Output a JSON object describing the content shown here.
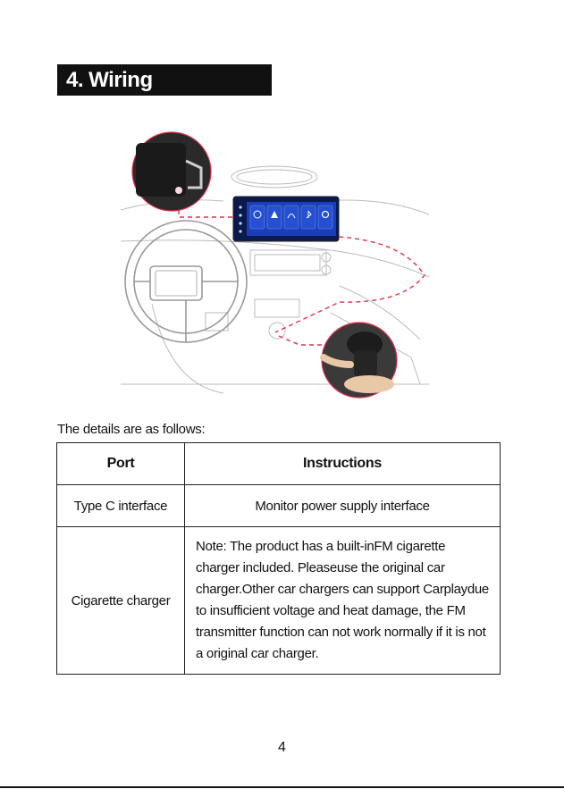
{
  "section": {
    "title": "4. Wiring instructions"
  },
  "details_label": "The details are as follows:",
  "table": {
    "headers": [
      "Port",
      "Instructions"
    ],
    "rows": [
      {
        "port": "Type C interface",
        "instruction": "Monitor power supply interface"
      },
      {
        "port": "Cigarette charger",
        "instruction": "Note: The product has a built-inFM cigarette charger included. Pleaseuse the original car charger.Other car chargers can support Carplaydue to insufficient voltage and heat damage, the FM transmitter function can not work normally if it is not a original car charger."
      }
    ]
  },
  "page_number": "4",
  "colors": {
    "title_bg": "#111111",
    "dash_line": "#e0304a",
    "screen_bg": "#1a3fb8"
  },
  "icons": [
    "type-c-connector-photo",
    "cigarette-charger-photo",
    "carplay-monitor",
    "car-dashboard-illustration"
  ]
}
